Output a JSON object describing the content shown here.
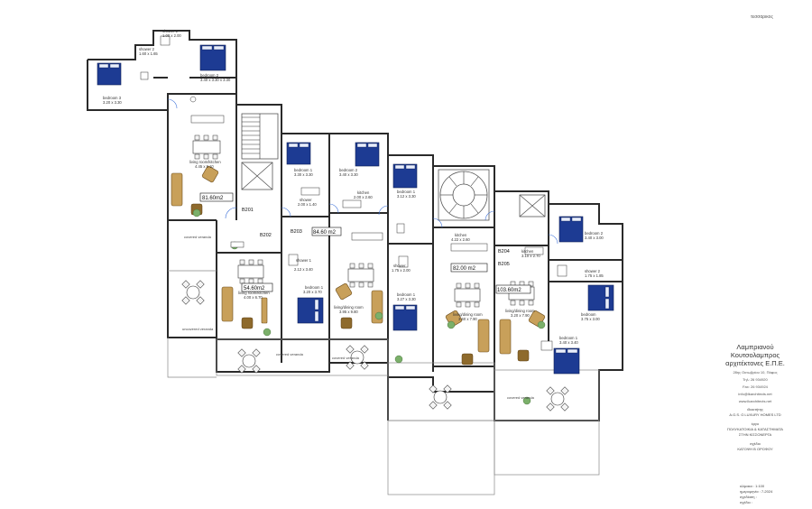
{
  "corner_tag": "τεσσαρικος",
  "rooms": [
    {
      "id": "shower1-top",
      "name": "shower 1",
      "dim": "1.00 x 2.00"
    },
    {
      "id": "shower2-top",
      "name": "shower 2",
      "dim": "1.60 x 1.65"
    },
    {
      "id": "bedroom2-top",
      "name": "bedroom 2",
      "dim": "3.40 x 3.30 x 3.30"
    },
    {
      "id": "bedroom3-top",
      "name": "bedroom 3",
      "dim": "3.20 x 3.30"
    },
    {
      "id": "living-kitchen-1",
      "name": "living room/kitchen",
      "dim": "4.45 x 9.10"
    },
    {
      "id": "bedroom1-b",
      "name": "bedroom 1",
      "dim": "3.30 x 3.30"
    },
    {
      "id": "bedroom2-b",
      "name": "bedroom 2",
      "dim": "3.40 x 3.30"
    },
    {
      "id": "shower-b",
      "name": "shower",
      "dim": "2.00 x 1.40"
    },
    {
      "id": "kitchen-b",
      "name": "kitchen",
      "dim": "2.00 x 2.60"
    },
    {
      "id": "living-room-b202",
      "name": "living room/kitchen",
      "dim": "4.00 x 6.70"
    },
    {
      "id": "shower1-b202",
      "name": "shower 1",
      "dim": "2.12 x 3.40"
    },
    {
      "id": "bedroom1-b202",
      "name": "bedroom 1",
      "dim": "3.20 x 3.70"
    },
    {
      "id": "living-room-b203",
      "name": "living/dining room",
      "dim": "3.95 x 9.80"
    },
    {
      "id": "bedroom1-c",
      "name": "bedroom 1",
      "dim": "3.12 x 3.30"
    },
    {
      "id": "kitchen-c",
      "name": "kitchen",
      "dim": "4.22 x 2.60"
    },
    {
      "id": "shower-c",
      "name": "shower",
      "dim": "1.75 x 2.00"
    },
    {
      "id": "bedroom1-c2",
      "name": "bedroom 1",
      "dim": "3.27 x 3.30"
    },
    {
      "id": "living-c",
      "name": "living/dining room",
      "dim": "3.60 x 7.90"
    },
    {
      "id": "kitchen-d",
      "name": "kitchen",
      "dim": "3.10 x 2.70"
    },
    {
      "id": "bedroom2-d",
      "name": "bedroom 2",
      "dim": "3.40 x 3.00"
    },
    {
      "id": "shower2-d",
      "name": "shower 2",
      "dim": "1.75 x 1.85"
    },
    {
      "id": "bedroom-d",
      "name": "bedroom",
      "dim": "3.75 x 3.00"
    },
    {
      "id": "living-d",
      "name": "living/dining room",
      "dim": "3.20 x 7.90"
    },
    {
      "id": "bedroom1-d",
      "name": "bedroom 1",
      "dim": "3.40 x 3.40"
    }
  ],
  "units": [
    {
      "code": "B201"
    },
    {
      "code": "B202"
    },
    {
      "code": "B203"
    },
    {
      "code": "B204"
    },
    {
      "code": "B205"
    }
  ],
  "areas": [
    {
      "id": "a1",
      "text": "81.60m2"
    },
    {
      "id": "a2",
      "text": "54.60m2"
    },
    {
      "id": "a3",
      "text": "84.60 m2"
    },
    {
      "id": "a4",
      "text": "82.00 m2"
    },
    {
      "id": "a5",
      "text": "103.60m2"
    }
  ],
  "verandas": [
    {
      "id": "v1",
      "text": "covered veranda"
    },
    {
      "id": "v2",
      "text": "uncovered veranda"
    },
    {
      "id": "v3",
      "text": "covered veranda"
    },
    {
      "id": "v4",
      "text": "covered veranda"
    },
    {
      "id": "v5",
      "text": "covered veranda"
    }
  ],
  "title_block": {
    "firm_line1": "Λαμπριανού",
    "firm_line2": "Κουτσολαμπρος",
    "firm_line3": "αρχιτέκτονες Ε.Π.Ε.",
    "address_line1": "28ης Οκτωβρίου 10, Πάφος",
    "address_line2": "Τηλ: 26 934920",
    "address_line3": "Fax: 26 934924",
    "address_line4": "info@lkarchitects.net",
    "address_line5": "www.lkarchitects.net",
    "client_label": "ιδιοκτήτης",
    "client": "A.G.S. G LUXURY HOMES LTD",
    "project_label": "έργο",
    "project_line1": "ΠΟΛΥΚΑΤΟΙΚΙΑ & ΚΑΤΑΣΤΗΜΑΤΑ",
    "project_line2": "ΣΤΗΝ ΚΙΣΣΟΝΕΡΓΑ",
    "drawing_label": "σχέδιο",
    "drawing": "ΚΑΤΟΨΗ Β ΟΡΟΦΟΥ"
  },
  "info": {
    "scale": "κλίμακα : 1:100",
    "date": "ημερομηνία : 7-2024",
    "drawn": "σχεδίαση :",
    "sheet": "σχέδιο :"
  }
}
